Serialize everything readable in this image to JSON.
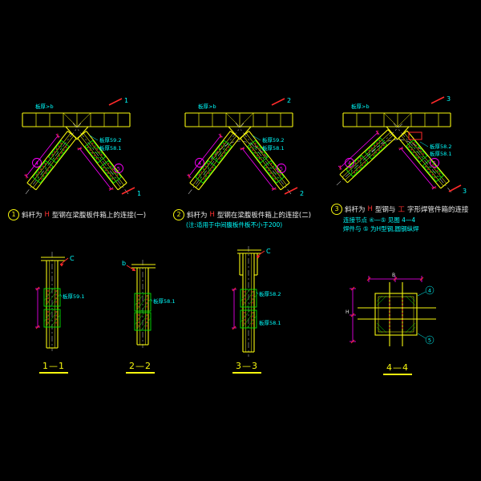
{
  "colors": {
    "background": "#000000",
    "steel_yellow": "#f7f70e",
    "plate_green": "#00e100",
    "bolt_red": "#ff2a2a",
    "text_cyan": "#00ffff",
    "dim_magenta": "#ff00ff",
    "text_white": "#e8e8e8"
  },
  "details": [
    {
      "badge": "1",
      "cut": "1",
      "label_pre": "斜杆为",
      "label_h": "H",
      "label_post": "型钢在梁腹板件箱上的连接(一)",
      "ann_top": "板厚>b",
      "plate_a": "板厚59.2",
      "plate_b": "板厚58.1",
      "tag_left": "4",
      "tag_right": "5"
    },
    {
      "badge": "2",
      "cut": "2",
      "label_pre": "斜杆为",
      "label_h": "H",
      "label_post": "型钢在梁腹板件箱上的连接(二)",
      "note": "(注:适用于中间腹板件板不小于200)",
      "ann_top": "板厚>b",
      "plate_a": "板厚59.2",
      "plate_b": "板厚58.1",
      "tag_left": "4",
      "tag_right": "5"
    },
    {
      "badge": "3",
      "cut": "3",
      "label_pre": "斜杆为",
      "label_h": "H",
      "label_mid": "型钢与",
      "label_g": "工",
      "label_post": "字形焊管件箱的连接",
      "note1": "连接节点 ④—⑤ 见图 4—4",
      "note2": "焊件与 ⑤ 为H型钢,圆钢纵焊",
      "ann_top": "板厚>b",
      "plate_a": "板厚58.2",
      "plate_b": "板厚58.1",
      "tag_left": "4",
      "tag_right": "5"
    }
  ],
  "sections": [
    {
      "title": "1—1",
      "plate_a": "板厚59.1",
      "leader": "C"
    },
    {
      "title": "2—2",
      "plate_a": "板厚58.1",
      "leader": "b"
    },
    {
      "title": "3—3",
      "plate_a": "板厚58.2",
      "plate_b": "板厚58.1",
      "leader": "C"
    },
    {
      "title": "4—4",
      "dim_top": "B",
      "dim_left": "H",
      "tag_a": "4",
      "tag_b": "5"
    }
  ]
}
